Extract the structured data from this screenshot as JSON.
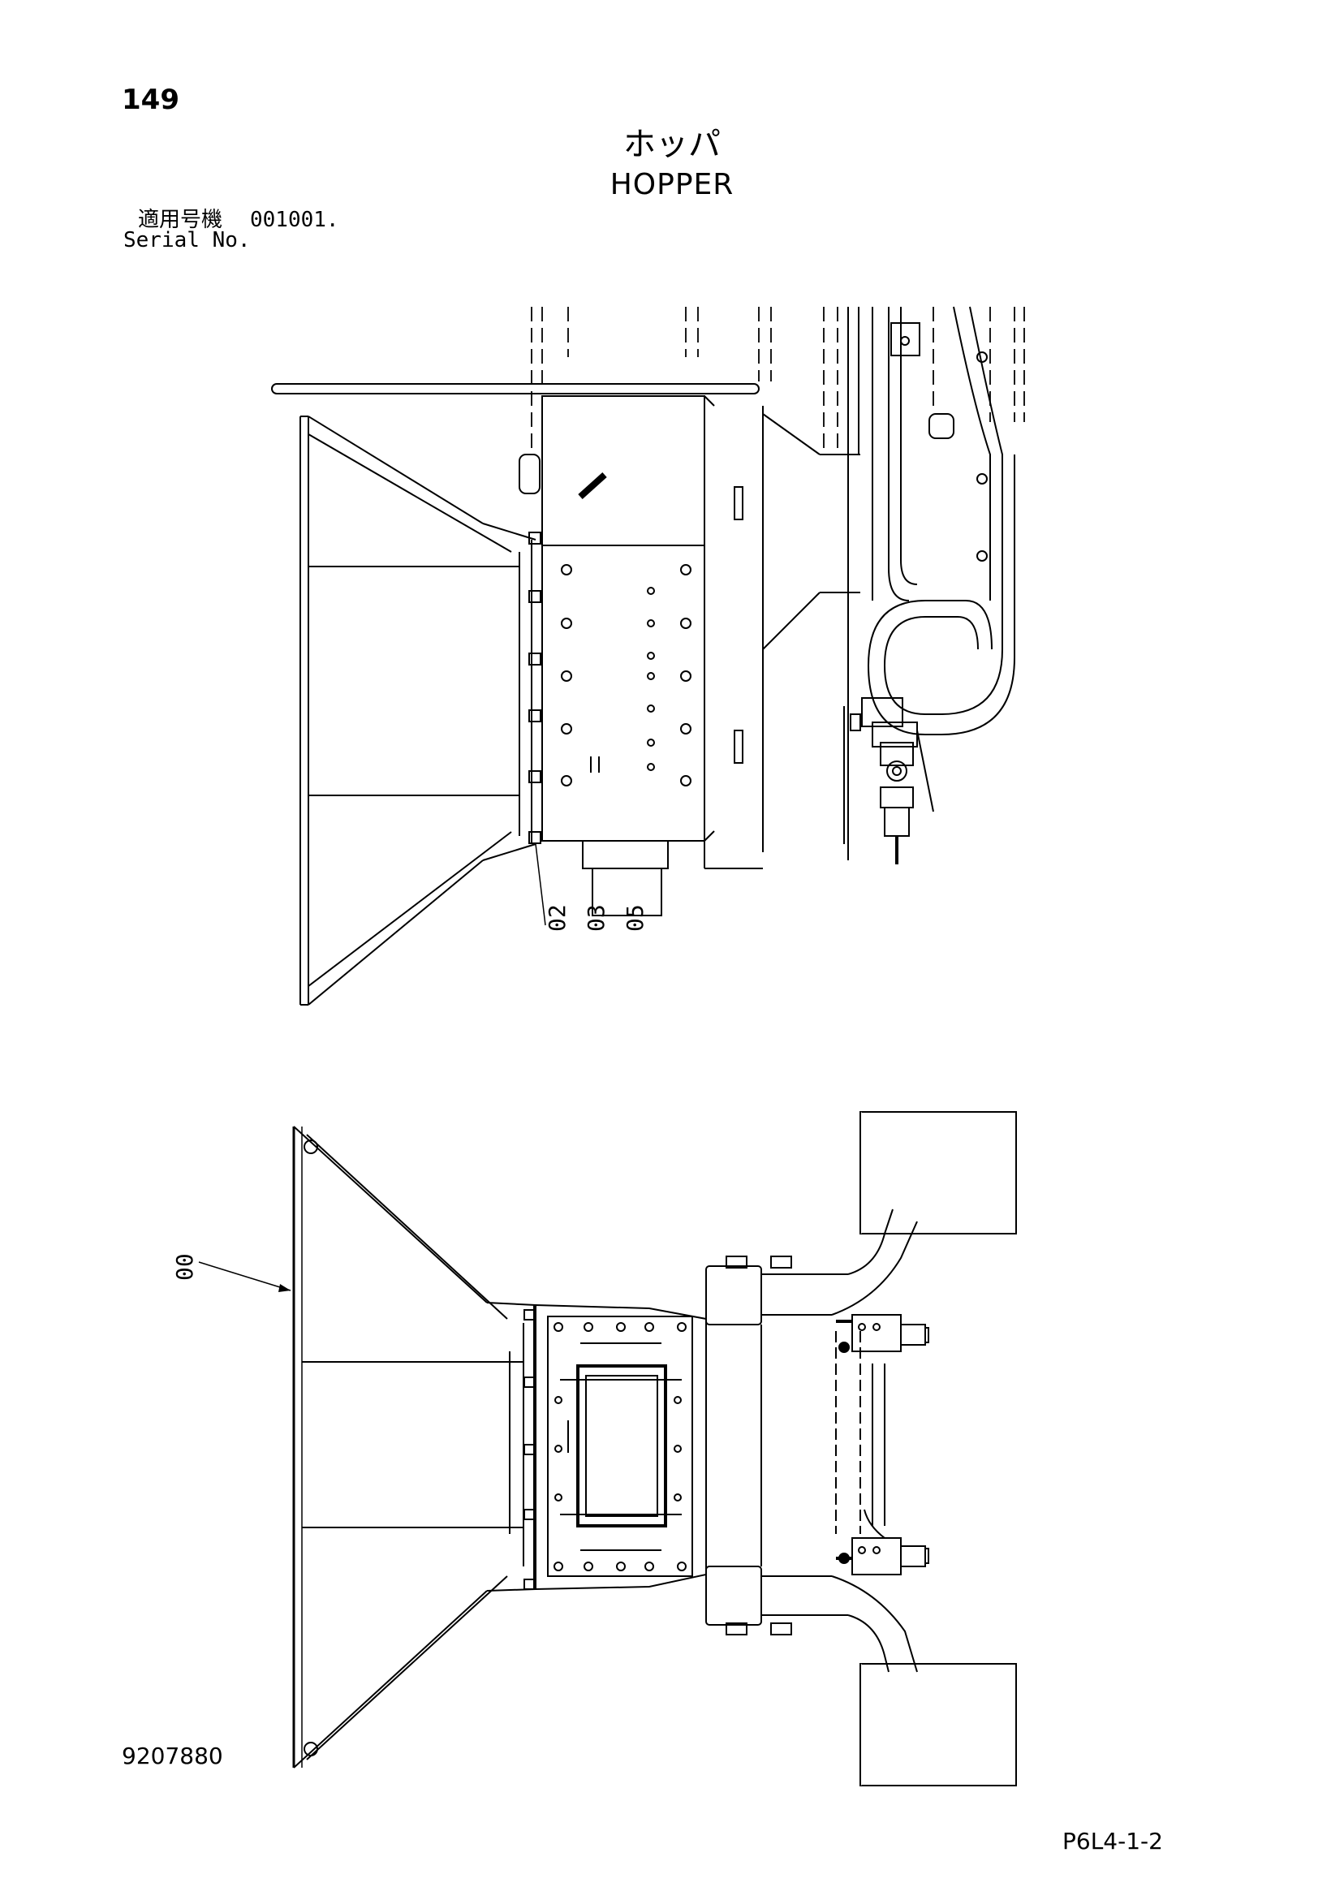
{
  "header": {
    "page_number": "149",
    "title_jp": "ホッパ",
    "title_en": "HOPPER",
    "serial_label_jp": "適用号機",
    "serial_value": "001001.",
    "serial_label_en": "Serial No."
  },
  "views": {
    "top_view": {
      "callouts": [
        "02",
        "03",
        "05"
      ]
    },
    "bottom_view": {
      "callouts": [
        "00"
      ]
    }
  },
  "footer": {
    "doc_number": "9207880",
    "page_code": "P6L4-1-2"
  },
  "colors": {
    "ink": "#000000",
    "paper": "#ffffff"
  }
}
